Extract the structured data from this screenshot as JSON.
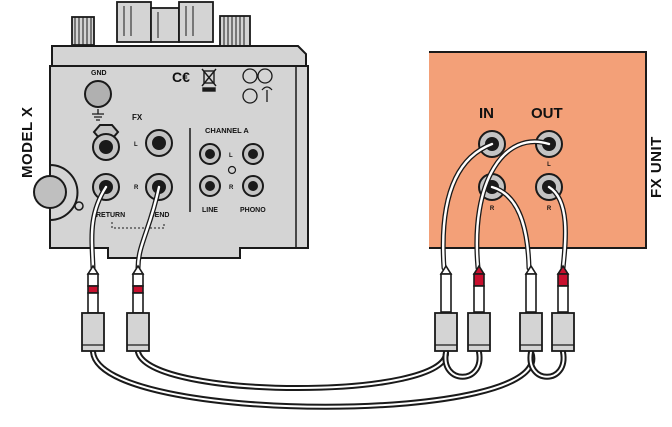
{
  "mixer": {
    "name": "MODEL X",
    "gnd_label": "GND",
    "fx_label": "FX",
    "return_label": "RETURN",
    "send_label": "SEND",
    "channel_label": "CHANNEL A",
    "line_label": "LINE",
    "phono_label": "PHONO",
    "left_mark": "L",
    "right_mark": "R",
    "ce_mark": "C€",
    "body_color": "#d4d4d4",
    "outline_color": "#1a1a1a"
  },
  "fx_unit": {
    "name": "FX UNIT",
    "in_label": "IN",
    "out_label": "OUT",
    "left_mark": "L",
    "right_mark": "R",
    "panel_color": "#f3a078"
  },
  "cables": {
    "colors": {
      "white": "#ffffff",
      "red_tip": "#c8102e",
      "cable": "#1a1a1a"
    }
  }
}
